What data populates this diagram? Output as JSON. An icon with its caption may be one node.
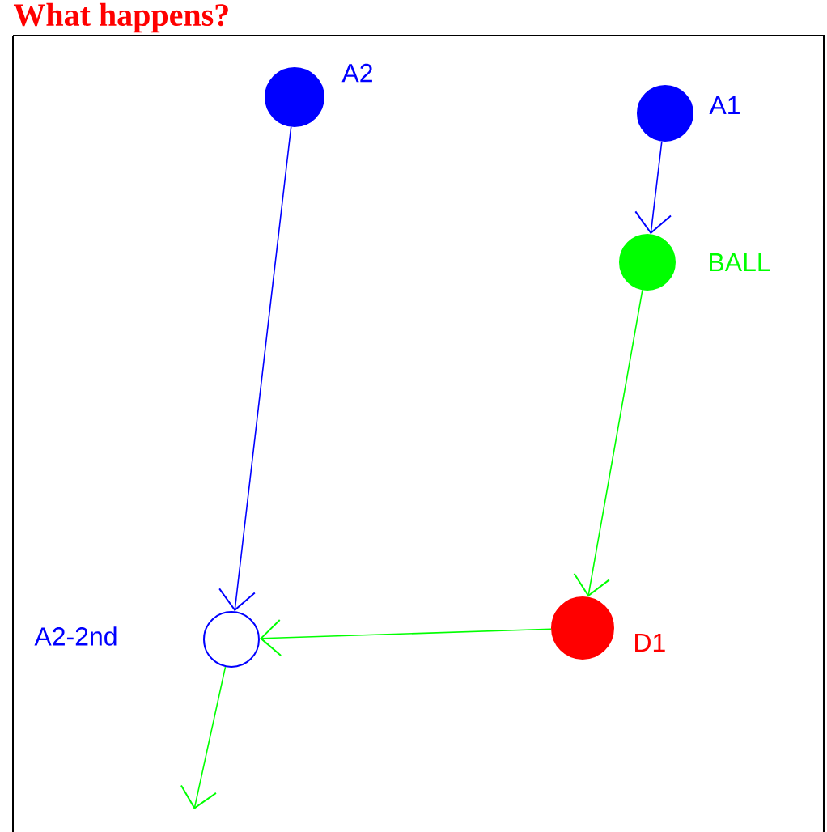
{
  "diagram": {
    "title": "What happens?",
    "nodes": [
      {
        "text": [],
        "shape": "circle",
        "beside": [
          "A2"
        ]
      },
      {
        "text": [],
        "shape": "circle",
        "beside": [
          "A1"
        ]
      },
      {
        "text": [],
        "shape": "circle",
        "beside": [
          "BALL"
        ]
      },
      {
        "text": [],
        "shape": "circle",
        "beside": [
          "D1"
        ]
      },
      {
        "text": [],
        "shape": "circle",
        "beside": [
          "A2-2nd"
        ]
      }
    ],
    "edges": [
      {
        "from": 0,
        "to": 4,
        "arrow": "to",
        "color": "#0000ff"
      },
      {
        "from": 1,
        "to": 2,
        "arrow": "to",
        "color": "#0000ff"
      },
      {
        "from": 2,
        "to": 3,
        "arrow": "to"
      },
      {
        "from": 3,
        "to": 4,
        "arrow": "to"
      },
      {
        "from": 4,
        "to": null,
        "arrow": "to"
      }
    ]
  }
}
